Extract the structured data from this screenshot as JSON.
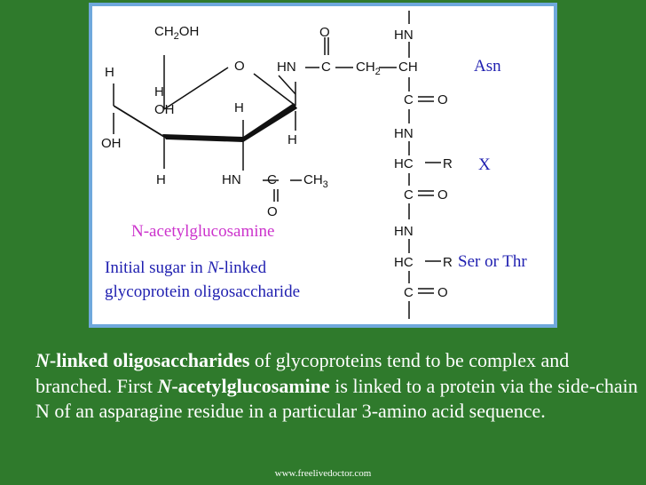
{
  "structure": {
    "ch2oh": [
      "CH",
      "2",
      "OH"
    ],
    "ring_o": "O",
    "h": "H",
    "oh": "OH",
    "hn": "HN",
    "c": "C",
    "o": "O",
    "ch": "CH",
    "ch2": [
      "CH",
      "2"
    ],
    "ch3": [
      "CH",
      "3"
    ],
    "hc": "HC",
    "r": "R"
  },
  "labels": {
    "sugar": "N-acetylglucosamine",
    "caption_line1_a": "Initial sugar in ",
    "caption_line1_n": "N",
    "caption_line1_b": "-linked",
    "caption_line2": "glycoprotein oligosaccharide",
    "asn": "Asn",
    "x": "X",
    "ser_thr": "Ser or Thr"
  },
  "body_text": {
    "n1": "N",
    "b1": "-linked oligosaccharides",
    "t1": " of glycoproteins tend to be complex and branched. First ",
    "n2": "N",
    "b2": "-acetylglucosamine",
    "t2": " is linked to a protein via the side-chain N of an asparagine residue in a particular 3-amino acid sequence."
  },
  "footer": {
    "credit": "www.freelivedoctor.com"
  },
  "colors": {
    "background": "#2f7a2c",
    "panel_border": "#6fa8dc",
    "sugar_label": "#cc33cc",
    "blue_labels": "#1f1fb0"
  }
}
